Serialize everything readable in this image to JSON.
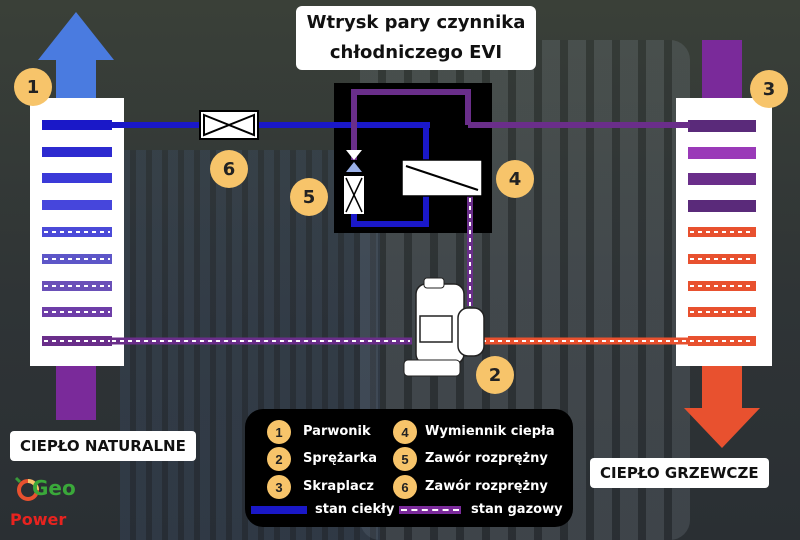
{
  "title": {
    "line1": "Wtrysk pary czynnika",
    "line2": "chłodniczego EVI"
  },
  "left_label": "CIEPŁO NATURALNE",
  "right_label": "CIEPŁO GRZEWCZE",
  "badges": [
    "1",
    "2",
    "3",
    "4",
    "5",
    "6"
  ],
  "legend": {
    "items": [
      {
        "num": "1",
        "label": "Parwonik"
      },
      {
        "num": "2",
        "label": "Sprężarka"
      },
      {
        "num": "3",
        "label": "Skraplacz"
      },
      {
        "num": "4",
        "label": "Wymiennik ciepła"
      },
      {
        "num": "5",
        "label": "Zawór rozprężny"
      },
      {
        "num": "6",
        "label": "Zawór rozprężny"
      }
    ],
    "liquid": "stan ciekły",
    "gas": "stan gazowy"
  },
  "logo": {
    "top": "Geo",
    "bottom": "Power"
  },
  "colors": {
    "liquid_blue": "#1a18c8",
    "gas_purple": "#6a2e8a",
    "hot_red": "#e8512f",
    "arrow_blue": "#4a7be0",
    "arrow_purple": "#7a2a9a",
    "badge": "#f7c46a"
  }
}
